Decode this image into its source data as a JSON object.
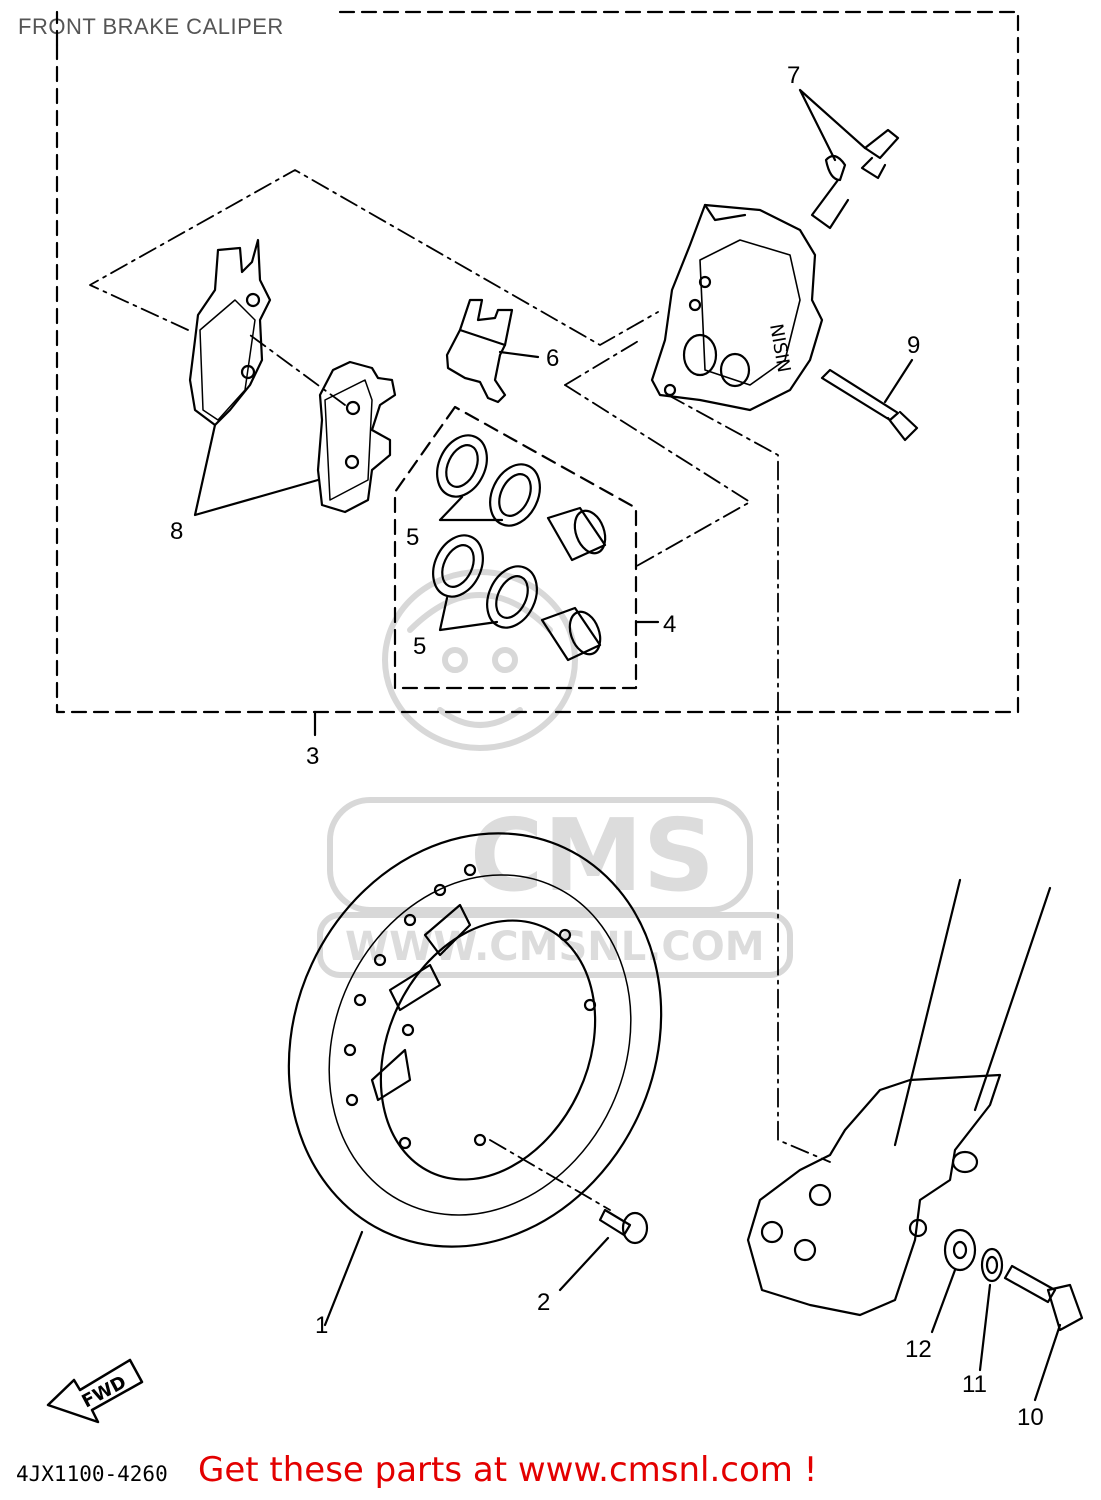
{
  "title": "FRONT BRAKE CALIPER",
  "callouts": [
    "1",
    "2",
    "3",
    "4",
    "5",
    "5",
    "6",
    "7",
    "8",
    "9",
    "10",
    "11",
    "12"
  ],
  "watermark": {
    "brand": "CMS",
    "url": "WWW.CMSNL.COM",
    "color": "#dcdcdc"
  },
  "fwd_label": "FWD",
  "diagram_code": "4JX1100-4260",
  "footer_text": "Get these parts at www.cmsnl.com !",
  "colors": {
    "line": "#000000",
    "footer": "#e30000",
    "title": "#555555"
  }
}
